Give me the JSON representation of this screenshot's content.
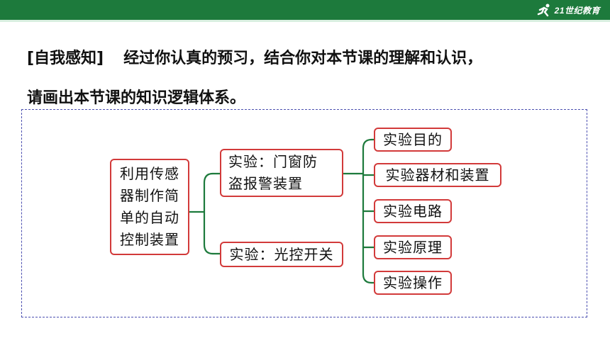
{
  "header": {
    "brand_mark": "21世纪教育",
    "colors": {
      "bar": "#1d7a3c",
      "node_border": "#d23a3a",
      "connector": "#1d7a3c",
      "dashed_border": "#4b4fb0"
    }
  },
  "intro": {
    "tag": "[自我感知]",
    "line1": "经过你认真的预习，结合你对本节课的理解和认识，",
    "line2": "请画出本节课的知识逻辑体系。"
  },
  "mindmap": {
    "root_lines": [
      "利用传感",
      "器制作简",
      "单的自动",
      "控制装置"
    ],
    "mid1_lines": [
      "实验：门窗防",
      "盗报警装置"
    ],
    "mid2": "实验：光控开关",
    "leaves": [
      "实验目的",
      "实验器材和装置",
      "实验电路",
      "实验原理",
      "实验操作"
    ]
  }
}
